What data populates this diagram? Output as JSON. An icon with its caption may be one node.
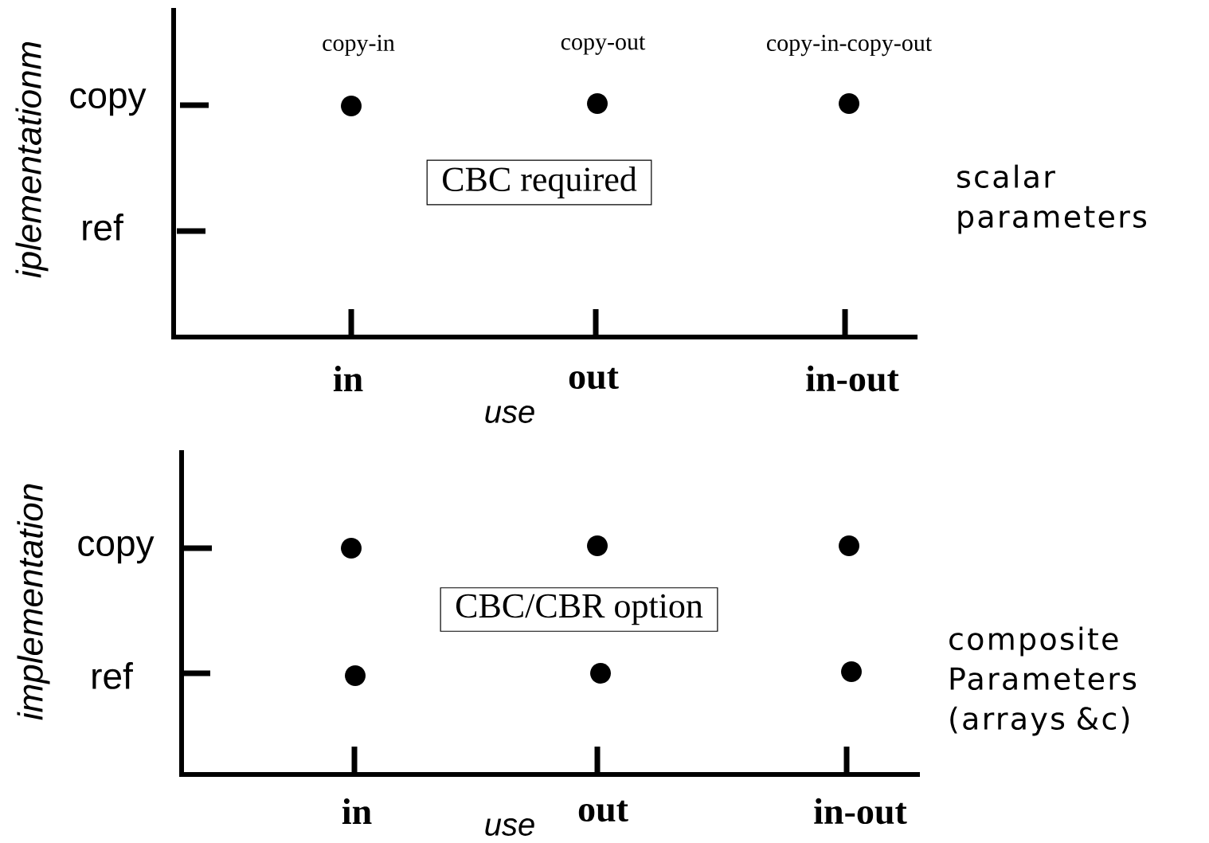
{
  "diagram": {
    "nodes": [
      {
        "text": [
          "CBC required"
        ]
      },
      {
        "text": [
          "CBC/CBR option"
        ]
      }
    ],
    "labels": [
      "iplementationm",
      "copy-in",
      "copy-out",
      "copy-in-copy-out",
      "copy",
      "ref",
      "scalar parameters",
      "in",
      "out",
      "in-out",
      "use",
      "implementation",
      "copy",
      "ref",
      "composite Parameters (arrays &c)",
      "in",
      "out",
      "in-out",
      "use"
    ]
  }
}
